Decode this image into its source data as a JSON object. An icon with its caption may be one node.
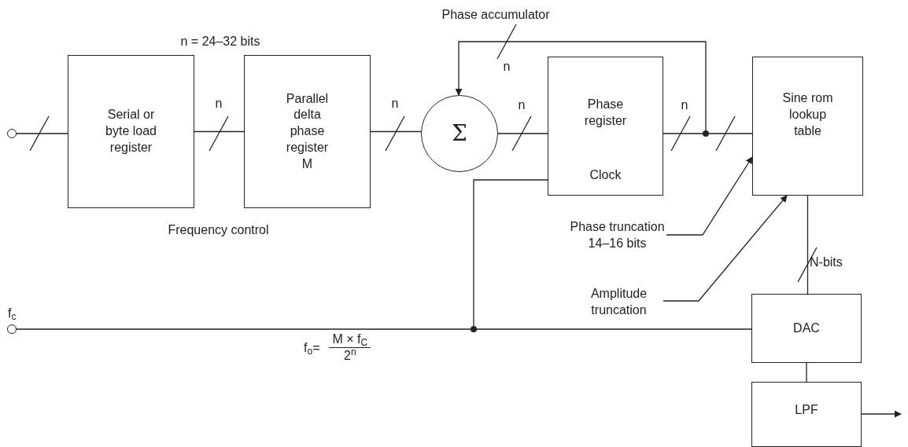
{
  "diagram": {
    "nodes": [
      {
        "text": [],
        "shape": "circle"
      },
      {
        "text": [
          "Serial or byte load register"
        ]
      },
      {
        "text": [
          "Parallel delta phase register M"
        ]
      },
      {
        "text": [
          "Σ"
        ]
      },
      {
        "text": [
          "Phase register",
          "Clock"
        ]
      },
      {
        "text": [
          "Sine rom lookup table"
        ]
      },
      {
        "text": [
          "DAC"
        ]
      },
      {
        "text": [
          "LPF"
        ]
      },
      {
        "text": [],
        "shape": "circle",
        "beside": [
          "f$_{c}$"
        ]
      },
      {
        "text": [],
        "shape": "dot"
      },
      {
        "text": [],
        "shape": "dot"
      },
      {
        "text": [
          "Phase truncation 14–16 bits"
        ]
      },
      {
        "text": [
          "Amplitude truncation"
        ]
      }
    ],
    "edges": [
      {
        "from": 0,
        "to": 1,
        "arrow": "none"
      },
      {
        "from": 1,
        "to": 2,
        "arrow": "none"
      },
      {
        "from": 2,
        "to": 3,
        "arrow": "none"
      },
      {
        "from": 3,
        "to": 4,
        "arrow": "none"
      },
      {
        "from": 4,
        "to": 9,
        "arrow": "none"
      },
      {
        "from": 9,
        "to": 5,
        "arrow": "none"
      },
      {
        "from": 9,
        "to": 3,
        "arrow": "to"
      },
      {
        "from": 8,
        "to": 10,
        "arrow": "none"
      },
      {
        "from": 10,
        "to": 6,
        "arrow": "none"
      },
      {
        "from": 10,
        "to": 4,
        "arrow": "none"
      },
      {
        "from": 5,
        "to": 6,
        "arrow": "none"
      },
      {
        "from": 6,
        "to": 7,
        "arrow": "none"
      },
      {
        "from": 7,
        "to": null,
        "arrow": "to"
      },
      {
        "from": 11,
        "to": 5,
        "arrow": "to"
      },
      {
        "from": 12,
        "to": 5,
        "arrow": "to"
      }
    ],
    "labels": [
      "Phase accumulator",
      "n = 24–32 bits",
      "n",
      "n",
      "n",
      "n",
      "n",
      "Frequency control",
      "N-bits",
      "f$_{o}$=",
      "M × f$_{C}$",
      "2$^{n}$"
    ]
  }
}
